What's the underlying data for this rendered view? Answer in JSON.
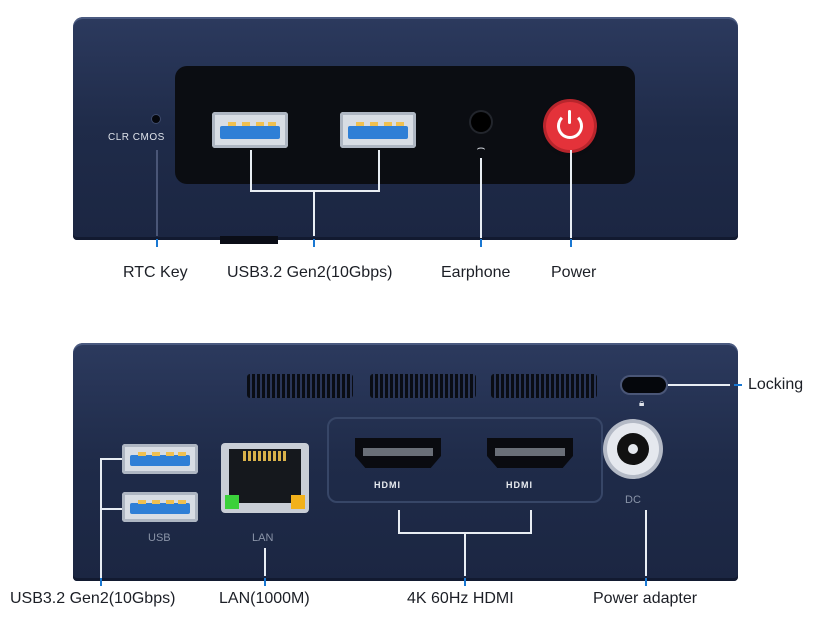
{
  "front": {
    "panel_labels": {
      "clr_cmos": "CLR  CMOS"
    },
    "captions": {
      "rtc_key": "RTC Key",
      "usb": "USB3.2 Gen2(10Gbps)",
      "earphone": "Earphone",
      "power": "Power"
    },
    "icons": {
      "earphone_icon": "headphone-icon",
      "power_icon": "power-icon"
    }
  },
  "back": {
    "panel_labels": {
      "usb": "USB",
      "lan": "LAN",
      "hdmi_logo": "HDMI",
      "dc": "DC",
      "lock_icon": "lock-icon"
    },
    "captions": {
      "usb": "USB3.2 Gen2(10Gbps)",
      "lan": "LAN(1000M)",
      "hdmi": "4K 60Hz HDMI",
      "power_adapter": "Power adapter",
      "locking": "Locking"
    }
  },
  "colors": {
    "chassis": "#1f2b49",
    "leader": "#1a78d2",
    "power_button": "#e4323a",
    "usb_tongue": "#2f7fd6"
  }
}
